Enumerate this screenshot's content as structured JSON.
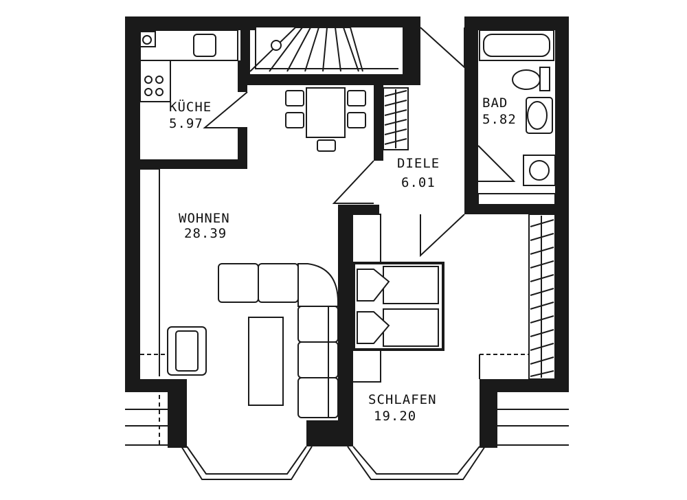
{
  "rooms": [
    {
      "id": "kueche",
      "name": "KÜCHE",
      "area": "5.97"
    },
    {
      "id": "wohnen",
      "name": "WOHNEN",
      "area": "28.39"
    },
    {
      "id": "diele",
      "name": "DIELE",
      "area": "6.01"
    },
    {
      "id": "bad",
      "name": "BAD",
      "area": "5.82"
    },
    {
      "id": "schlafen",
      "name": "SCHLAFEN",
      "area": "19.20"
    }
  ]
}
